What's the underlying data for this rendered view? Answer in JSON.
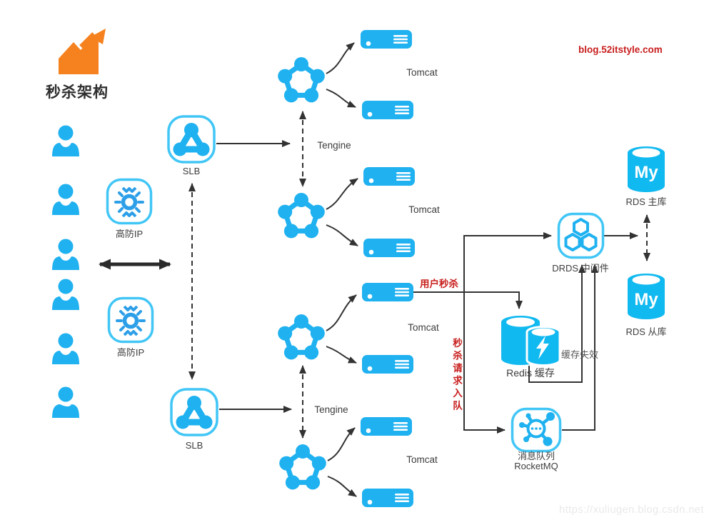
{
  "header": {
    "logo_title": "秒杀架构",
    "blog_link": "blog.52itstyle.com",
    "watermark": "https://xuliugen.blog.csdn.net"
  },
  "colors": {
    "icon_blue": "#1fb1f0",
    "icon_blue_outline": "#41c6f6",
    "logo_orange": "#f5821f",
    "annotation_red": "#c8201f",
    "line_black": "#333333",
    "label_gray": "#3d3d3d"
  },
  "icons": {
    "logo": "chart-up-arrow-icon",
    "user": "user-icon",
    "antiddos": "anti-ddos-gear-icon",
    "slb": "load-balancer-icon",
    "cluster": "server-cluster-pentagon-icon",
    "server": "server-icon",
    "redis": "redis-cache-cylinders-lightning-icon",
    "rocketmq": "message-queue-hub-icon",
    "drds": "drds-hexagons-icon",
    "rds": "mysql-database-cylinder-icon"
  },
  "nodes": {
    "slb_top": {
      "label": "SLB"
    },
    "slb_bottom": {
      "label": "SLB"
    },
    "antiddos_top": {
      "label": "高防IP"
    },
    "antiddos_bottom": {
      "label": "高防IP"
    },
    "tengine_top": {
      "label": "Tengine"
    },
    "tengine_bottom": {
      "label": "Tengine"
    },
    "tomcat_groups": [
      {
        "label": "Tomcat"
      },
      {
        "label": "Tomcat"
      },
      {
        "label": "Tomcat"
      },
      {
        "label": "Tomcat"
      }
    ],
    "redis": {
      "label": "Redis 缓存"
    },
    "rocketmq": {
      "label_line1": "消息队列",
      "label_line2": "RocketMQ"
    },
    "drds": {
      "label": "DRDS 中间件"
    },
    "rds_master": {
      "label": "RDS 主库",
      "text": "My"
    },
    "rds_slave": {
      "label": "RDS 从库",
      "text": "My"
    }
  },
  "annotations": {
    "user_seckill": "用户秒杀",
    "queue_request": "秒杀请求入队",
    "cache_invalidate": "缓存失效"
  }
}
